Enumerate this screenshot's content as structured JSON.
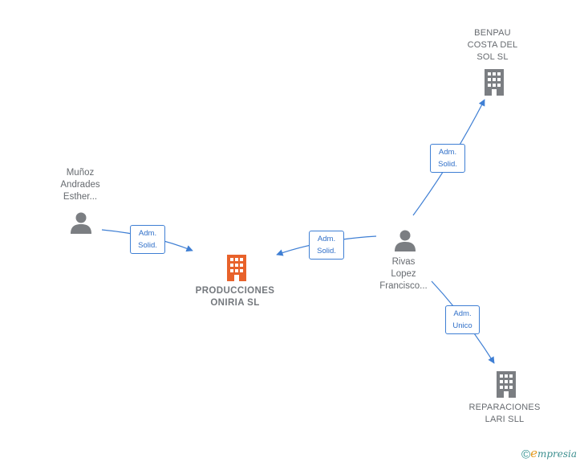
{
  "nodes": {
    "person_munoz": {
      "type": "person",
      "lines": [
        "Muñoz",
        "Andrades",
        "Esther..."
      ],
      "icon": "person-icon"
    },
    "person_rivas": {
      "type": "person",
      "lines": [
        "Rivas",
        "Lopez",
        "Francisco..."
      ],
      "icon": "person-icon"
    },
    "company_main": {
      "type": "company",
      "lines": [
        "PRODUCCIONES",
        "ONIRIA  SL"
      ],
      "icon": "building-icon"
    },
    "company_benpau": {
      "type": "company",
      "lines": [
        "BENPAU",
        "COSTA DEL",
        "SOL  SL"
      ],
      "icon": "building-icon"
    },
    "company_reparaciones": {
      "type": "company",
      "lines": [
        "REPARACIONES",
        "LARI SLL"
      ],
      "icon": "building-icon"
    }
  },
  "edges": {
    "munoz_to_main": {
      "from": "person_munoz",
      "to": "company_main",
      "lines": [
        "Adm.",
        "Solid."
      ]
    },
    "rivas_to_main": {
      "from": "person_rivas",
      "to": "company_main",
      "lines": [
        "Adm.",
        "Solid."
      ]
    },
    "rivas_to_benpau": {
      "from": "person_rivas",
      "to": "company_benpau",
      "lines": [
        "Adm.",
        "Solid."
      ]
    },
    "rivas_to_reparaciones": {
      "from": "person_rivas",
      "to": "company_reparaciones",
      "lines": [
        "Adm.",
        "Unico"
      ]
    }
  },
  "colors": {
    "edge": "#3f7fd4",
    "person_icon": "#7b7e82",
    "company_icon": "#7b7e82",
    "main_company_icon": "#e8622b",
    "label_text": "#666a6f"
  },
  "footer": {
    "copyright_symbol": "©",
    "brand_first": "e",
    "brand_rest": "mpresia"
  }
}
